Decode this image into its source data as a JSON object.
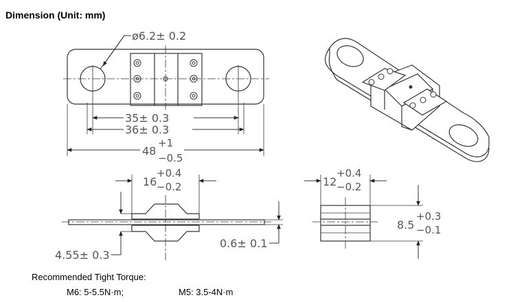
{
  "heading": "Dimension (Unit: mm)",
  "dims": {
    "hole_dia": "ø6.2± 0.2",
    "d35": "35± 0.3",
    "d36": "36± 0.3",
    "d48_main": "48",
    "d48_tol_up": "+1",
    "d48_tol_down": "−0.5",
    "d16_main": "16",
    "d16_tol_up": "+0.4",
    "d16_tol_down": "−0.2",
    "d12_main": "12",
    "d12_tol_up": "+0.4",
    "d12_tol_down": "−0.2",
    "d85_main": "8.5",
    "d85_tol_up": "+0.3",
    "d85_tol_down": "−0.1",
    "d455": "4.55± 0.3",
    "d06": "0.6± 0.1"
  },
  "torque": {
    "title": "Recommended Tight Torque:",
    "m6": "M6:  5-5.5N·m;",
    "m5": "M5:  3.5-4N·m"
  }
}
